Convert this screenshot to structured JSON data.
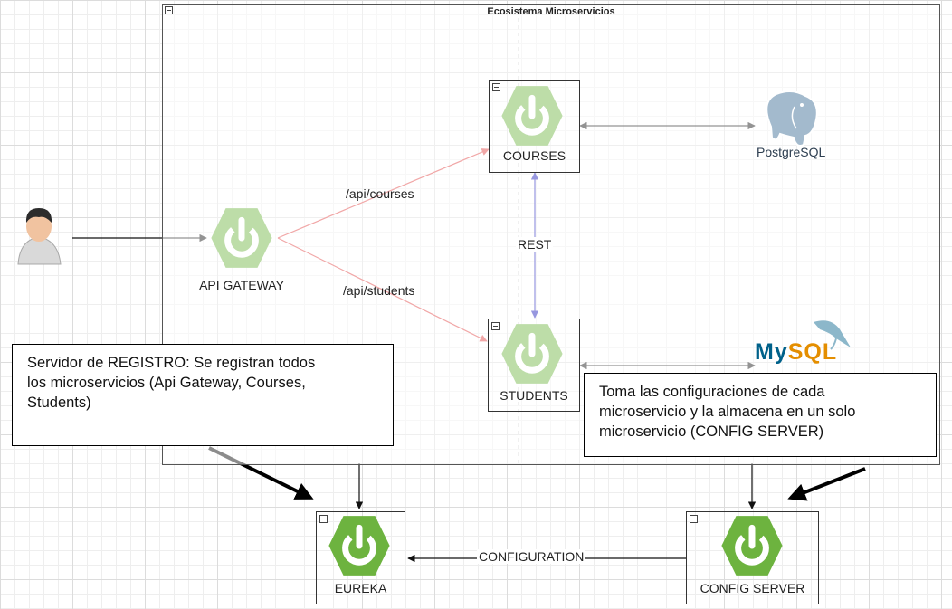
{
  "diagram": {
    "ecosystem_title": "Ecosistema Microservicios",
    "nodes": {
      "courses": "COURSES",
      "students": "STUDENTS",
      "api_gateway": "API GATEWAY",
      "eureka": "EUREKA",
      "config_server": "CONFIG SERVER"
    },
    "edges": {
      "api_courses": "/api/courses",
      "api_students": "/api/students",
      "rest": "REST",
      "configuration": "CONFIGURATION"
    },
    "databases": {
      "postgres_part1": "Postgre",
      "postgres_part2": "SQL",
      "mysql_part1": "My",
      "mysql_part2": "SQL"
    },
    "notes": {
      "registro": [
        "Servidor de REGISTRO: Se registran todos",
        "los microservicios (Api Gateway, Courses,",
        "Students)"
      ],
      "config": [
        "Toma las configuraciones de cada",
        "microservicio y la almacena en un solo",
        "microservicio (CONFIG SERVER)"
      ]
    }
  },
  "colors": {
    "spring_green": "#6db33f",
    "spring_dark": "#5a9a31",
    "route_red": "#e03c3c",
    "rest_blue": "#1a1ab8",
    "postgres_blue": "#336791",
    "mysql_blue": "#00618a",
    "mysql_orange": "#e48e00"
  }
}
